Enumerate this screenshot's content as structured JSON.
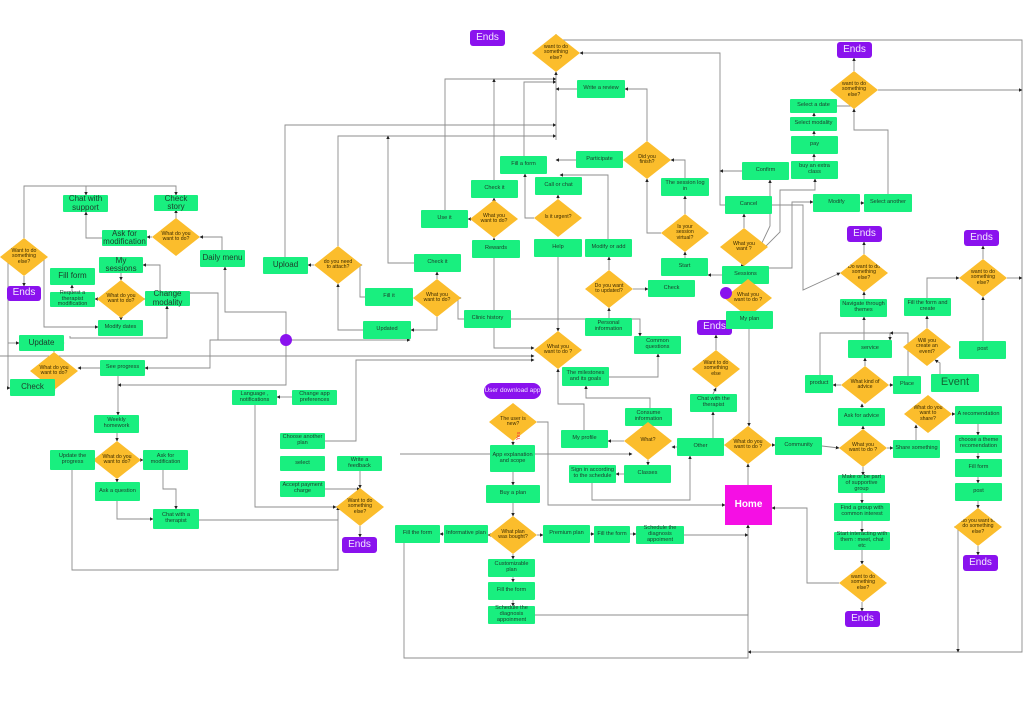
{
  "diagram": {
    "yes_label": "Yes",
    "colors": {
      "process": "#19ef7f",
      "decision": "#fbbd2c",
      "terminal": "#8a12ee",
      "home": "#f50fe4",
      "line": "#8c8c8c"
    },
    "nodes": [
      {
        "id": "chat-support",
        "kind": "process",
        "label": "Chat with support"
      },
      {
        "id": "check-story",
        "kind": "process",
        "label": "Check story"
      },
      {
        "id": "d-daily",
        "kind": "decision",
        "label": "What do you want to do?"
      },
      {
        "id": "ask-mod-1",
        "kind": "process",
        "label": "Ask for modification"
      },
      {
        "id": "daily-menu",
        "kind": "process",
        "label": "Daily menu"
      },
      {
        "id": "upload",
        "kind": "process",
        "label": "Upload"
      },
      {
        "id": "d-else-left",
        "kind": "decision",
        "label": "Want to do something else?"
      },
      {
        "id": "ends-left",
        "kind": "terminal",
        "label": "Ends"
      },
      {
        "id": "fill-form-1",
        "kind": "process",
        "label": "Fill form"
      },
      {
        "id": "my-sessions",
        "kind": "process",
        "label": "My sessions"
      },
      {
        "id": "d-sessions",
        "kind": "decision",
        "label": "What do you want to do?"
      },
      {
        "id": "request-therapist",
        "kind": "process",
        "label": "Request a therapist modification"
      },
      {
        "id": "change-modality",
        "kind": "process",
        "label": "Change modality"
      },
      {
        "id": "modify-dates",
        "kind": "process",
        "label": "Modify dates"
      },
      {
        "id": "update",
        "kind": "process",
        "label": "Update"
      },
      {
        "id": "d-progress",
        "kind": "decision",
        "label": "What do you want to do?"
      },
      {
        "id": "see-progress",
        "kind": "process",
        "label": "See progress"
      },
      {
        "id": "check-left",
        "kind": "process",
        "label": "Check"
      },
      {
        "id": "weekly-homework",
        "kind": "process",
        "label": "Weekly homework"
      },
      {
        "id": "d-homework",
        "kind": "decision",
        "label": "What do you want to do?"
      },
      {
        "id": "update-progress",
        "kind": "process",
        "label": "Update the progress"
      },
      {
        "id": "ask-mod-2",
        "kind": "process",
        "label": "Ask for modification"
      },
      {
        "id": "ask-question",
        "kind": "process",
        "label": "Ask a question"
      },
      {
        "id": "chat-therapist-1",
        "kind": "process",
        "label": "Chat with a therapist"
      },
      {
        "id": "language",
        "kind": "process",
        "label": "Language , notifications"
      },
      {
        "id": "change-app-pref",
        "kind": "process",
        "label": "Change app preferences"
      },
      {
        "id": "choose-plan",
        "kind": "process",
        "label": "Choose another plan"
      },
      {
        "id": "select",
        "kind": "process",
        "label": "select"
      },
      {
        "id": "accept-payment",
        "kind": "process",
        "label": "Accept payment charge"
      },
      {
        "id": "write-feedback",
        "kind": "process",
        "label": "Write a feedback"
      },
      {
        "id": "d-else-plan",
        "kind": "decision",
        "label": "Want to do something else?"
      },
      {
        "id": "ends-plan",
        "kind": "terminal",
        "label": "Ends"
      },
      {
        "id": "ends-top",
        "kind": "terminal",
        "label": "Ends"
      },
      {
        "id": "d-else-top",
        "kind": "decision",
        "label": "want to do something else?"
      },
      {
        "id": "write-review",
        "kind": "process",
        "label": "Write a review"
      },
      {
        "id": "participate",
        "kind": "process",
        "label": "Participate"
      },
      {
        "id": "d-finish",
        "kind": "decision",
        "label": "Did you finish?"
      },
      {
        "id": "fill-a-form",
        "kind": "process",
        "label": "Fill a form"
      },
      {
        "id": "call-chat",
        "kind": "process",
        "label": "Call or chat"
      },
      {
        "id": "check-it-1",
        "kind": "process",
        "label": "Check it"
      },
      {
        "id": "d-rewards",
        "kind": "decision",
        "label": "What you want to do?"
      },
      {
        "id": "use-it",
        "kind": "process",
        "label": "Use it"
      },
      {
        "id": "d-urgent",
        "kind": "decision",
        "label": "Is it urgent?"
      },
      {
        "id": "rewards",
        "kind": "process",
        "label": "Rewards"
      },
      {
        "id": "help",
        "kind": "process",
        "label": "Help"
      },
      {
        "id": "modify-add",
        "kind": "process",
        "label": "Modify or add"
      },
      {
        "id": "d-attach",
        "kind": "decision",
        "label": "do you need to attach?"
      },
      {
        "id": "check-it-2",
        "kind": "process",
        "label": "Check it"
      },
      {
        "id": "fill-it",
        "kind": "process",
        "label": "Fill it"
      },
      {
        "id": "d-clinic",
        "kind": "decision",
        "label": "What you want to do?"
      },
      {
        "id": "updated",
        "kind": "process",
        "label": "Updated"
      },
      {
        "id": "clinic-history",
        "kind": "process",
        "label": "Clinic history"
      },
      {
        "id": "d-update",
        "kind": "decision",
        "label": "Do you want to updated?"
      },
      {
        "id": "check-mid",
        "kind": "process",
        "label": "Check"
      },
      {
        "id": "personal-info",
        "kind": "process",
        "label": "Personal information"
      },
      {
        "id": "common-questions",
        "kind": "process",
        "label": "Common questions"
      },
      {
        "id": "d-profile",
        "kind": "decision",
        "label": "What you want to do ?"
      },
      {
        "id": "milestones",
        "kind": "process",
        "label": "The milestones and its goals"
      },
      {
        "id": "consume-info",
        "kind": "process",
        "label": "Consume information"
      },
      {
        "id": "d-what",
        "kind": "decision",
        "label": "What?"
      },
      {
        "id": "my-profile",
        "kind": "process",
        "label": "My profile"
      },
      {
        "id": "classes",
        "kind": "process",
        "label": "Classes"
      },
      {
        "id": "sign-in",
        "kind": "process",
        "label": "Sign in according to the schedule"
      },
      {
        "id": "other",
        "kind": "process",
        "label": "Other"
      },
      {
        "id": "d-home",
        "kind": "decision",
        "label": "What do you want to do ?"
      },
      {
        "id": "chat-therapist-2",
        "kind": "process",
        "label": "Chat with the therapist"
      },
      {
        "id": "d-else-chat",
        "kind": "decision",
        "label": "Want to do something else"
      },
      {
        "id": "ends-chat",
        "kind": "terminal",
        "label": "Ends"
      },
      {
        "id": "home",
        "kind": "home",
        "label": "Home"
      },
      {
        "id": "user-download",
        "kind": "start",
        "label": "User download app"
      },
      {
        "id": "d-new",
        "kind": "decision",
        "label": "The user is new?"
      },
      {
        "id": "app-explanation",
        "kind": "process",
        "label": "App explanation and scope"
      },
      {
        "id": "buy-plan",
        "kind": "process",
        "label": "Buy a plan"
      },
      {
        "id": "d-plan",
        "kind": "decision",
        "label": "What plan was bought?"
      },
      {
        "id": "informative-plan",
        "kind": "process",
        "label": "Informative plan"
      },
      {
        "id": "fill-form-inf",
        "kind": "process",
        "label": "Fill the form"
      },
      {
        "id": "premium-plan",
        "kind": "process",
        "label": "Premium plan"
      },
      {
        "id": "fill-form-prem",
        "kind": "process",
        "label": "Fill the form"
      },
      {
        "id": "schedule-prem",
        "kind": "process",
        "label": "Schedule the diagnosis appoiment"
      },
      {
        "id": "customizable-plan",
        "kind": "process",
        "label": "Customizable plan"
      },
      {
        "id": "fill-form-cust",
        "kind": "process",
        "label": "Fill the form"
      },
      {
        "id": "schedule-cust",
        "kind": "process",
        "label": "Schedule the diagnosis appoinment"
      },
      {
        "id": "confirm",
        "kind": "process",
        "label": "Confirm"
      },
      {
        "id": "cancel",
        "kind": "process",
        "label": "Cancel"
      },
      {
        "id": "start",
        "kind": "process",
        "label": "Start"
      },
      {
        "id": "sessions",
        "kind": "process",
        "label": "Sessions"
      },
      {
        "id": "d-want",
        "kind": "decision",
        "label": "What you want ?"
      },
      {
        "id": "d-virtual",
        "kind": "decision",
        "label": "Is your session virtual?"
      },
      {
        "id": "session-login",
        "kind": "process",
        "label": "The session log in"
      },
      {
        "id": "buy-extra",
        "kind": "process",
        "label": "buy an extra class"
      },
      {
        "id": "pay",
        "kind": "process",
        "label": "pay"
      },
      {
        "id": "select-modality",
        "kind": "process",
        "label": "Select modality"
      },
      {
        "id": "select-date",
        "kind": "process",
        "label": "Select a date"
      },
      {
        "id": "d-else-extra",
        "kind": "decision",
        "label": "want to do something else?"
      },
      {
        "id": "ends-extra",
        "kind": "terminal",
        "label": "Ends"
      },
      {
        "id": "modify",
        "kind": "process",
        "label": "Modify"
      },
      {
        "id": "select-another",
        "kind": "process",
        "label": "Select another"
      },
      {
        "id": "d-plan-menu",
        "kind": "decision",
        "label": "What you want to do ?"
      },
      {
        "id": "my-plan",
        "kind": "process",
        "label": "My plan"
      },
      {
        "id": "ends-themes",
        "kind": "terminal",
        "label": "Ends"
      },
      {
        "id": "d-else-themes",
        "kind": "decision",
        "label": "Do want to do something else?"
      },
      {
        "id": "navigate-themes",
        "kind": "process",
        "label": "Navigate through themes"
      },
      {
        "id": "service",
        "kind": "process",
        "label": "service"
      },
      {
        "id": "d-advice",
        "kind": "decision",
        "label": "What kind of advice"
      },
      {
        "id": "product",
        "kind": "process",
        "label": "product"
      },
      {
        "id": "place",
        "kind": "process",
        "label": "Place"
      },
      {
        "id": "event",
        "kind": "process",
        "label": "Event"
      },
      {
        "id": "ask-advice",
        "kind": "process",
        "label": "Ask for advice"
      },
      {
        "id": "community",
        "kind": "process",
        "label": "Community"
      },
      {
        "id": "d-community",
        "kind": "decision",
        "label": "What you want to do ?"
      },
      {
        "id": "share-something",
        "kind": "process",
        "label": "Share something"
      },
      {
        "id": "d-share",
        "kind": "decision",
        "label": "What do you want to share?"
      },
      {
        "id": "a-recommendation",
        "kind": "process",
        "label": "A recomendation"
      },
      {
        "id": "choose-theme",
        "kind": "process",
        "label": "choose a theme recomendation"
      },
      {
        "id": "fill-form-rec",
        "kind": "process",
        "label": "Fill form"
      },
      {
        "id": "post-rec",
        "kind": "process",
        "label": "post"
      },
      {
        "id": "d-else-rec",
        "kind": "decision",
        "label": "do you want to do something else?"
      },
      {
        "id": "ends-rec",
        "kind": "terminal",
        "label": "Ends"
      },
      {
        "id": "supportive-group",
        "kind": "process",
        "label": "Make or be part of supportive group"
      },
      {
        "id": "find-group",
        "kind": "process",
        "label": "Find a group with common interest"
      },
      {
        "id": "start-interacting",
        "kind": "process",
        "label": "Start interacting with them : meet, chat etc"
      },
      {
        "id": "d-else-group",
        "kind": "decision",
        "label": "want to do something else?"
      },
      {
        "id": "ends-group",
        "kind": "terminal",
        "label": "Ends"
      },
      {
        "id": "ends-event",
        "kind": "terminal",
        "label": "Ends"
      },
      {
        "id": "d-else-event",
        "kind": "decision",
        "label": "want to do something else?"
      },
      {
        "id": "fill-create",
        "kind": "process",
        "label": "Fill the form and create"
      },
      {
        "id": "d-event",
        "kind": "decision",
        "label": "Will you create an event?"
      },
      {
        "id": "post-event",
        "kind": "process",
        "label": "post"
      }
    ]
  }
}
